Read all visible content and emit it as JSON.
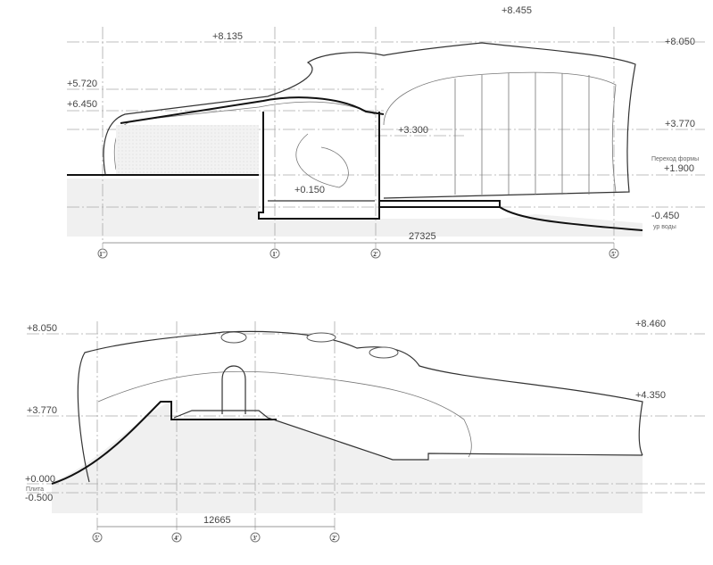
{
  "top_section": {
    "levels": {
      "l8135": "+8.135",
      "l8455": "+8.455",
      "l8050": "+8.050",
      "l5720": "+5.720",
      "l6450": "+6.450",
      "l3770": "+3.770",
      "l3300": "+3.300",
      "l0150": "+0.150",
      "l1900": "+1.900",
      "lm0450": "-0.450"
    },
    "form_transition_note": "Переход формы",
    "water_level_note": "ур воды",
    "dimension": "27325",
    "axes": [
      "1''",
      "1'",
      "2'",
      "5'"
    ]
  },
  "bottom_section": {
    "levels": {
      "l8050": "+8.050",
      "l8460": "+8.460",
      "l3770": "+3.770",
      "l4350": "+4.350",
      "l0000": "+0.000",
      "lm0500": "-0.500"
    },
    "slab_note": "Плита",
    "dimension": "12665",
    "axes": [
      "5'",
      "4'",
      "3'",
      "2'"
    ]
  }
}
